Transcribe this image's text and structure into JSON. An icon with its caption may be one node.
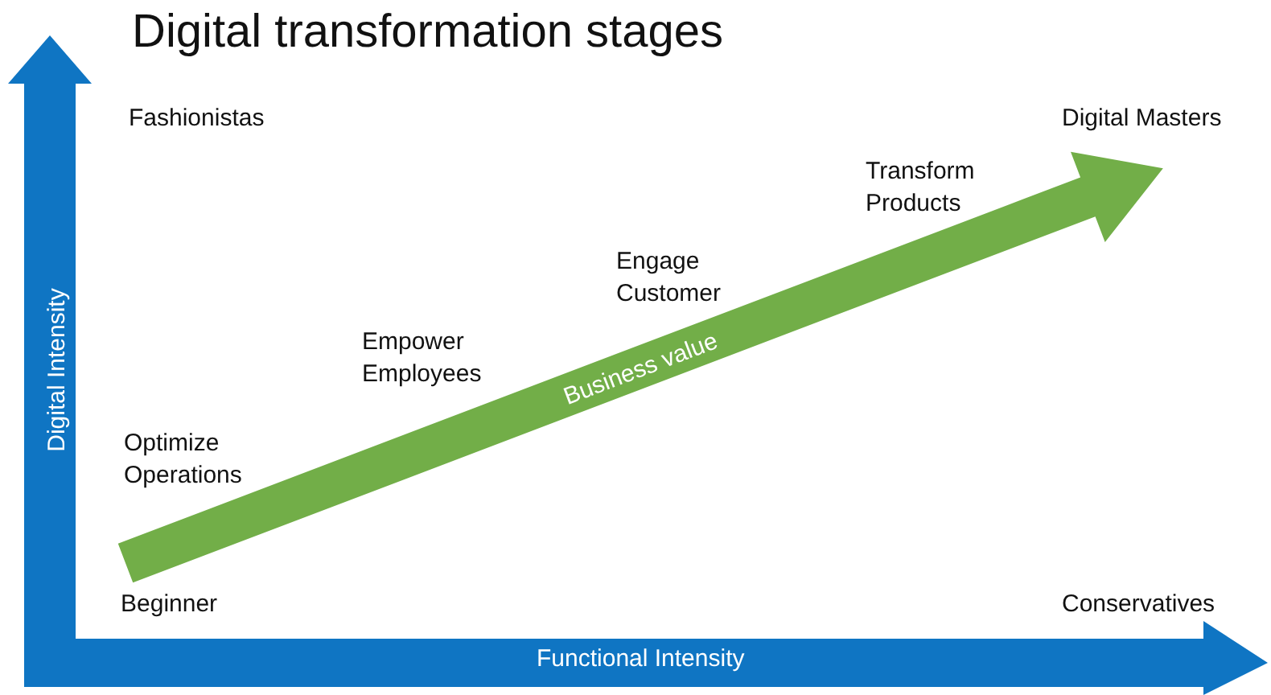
{
  "diagram": {
    "title": "Digital transformation stages",
    "labels": [
      "Fashionistas",
      "Digital Masters",
      "Transform Products",
      "Engage Customer",
      "Empower Employees",
      "Business value",
      "Digital Intensity",
      "Optimize Operations",
      "Beginner",
      "Conservatives",
      "Functional Intensity"
    ]
  }
}
